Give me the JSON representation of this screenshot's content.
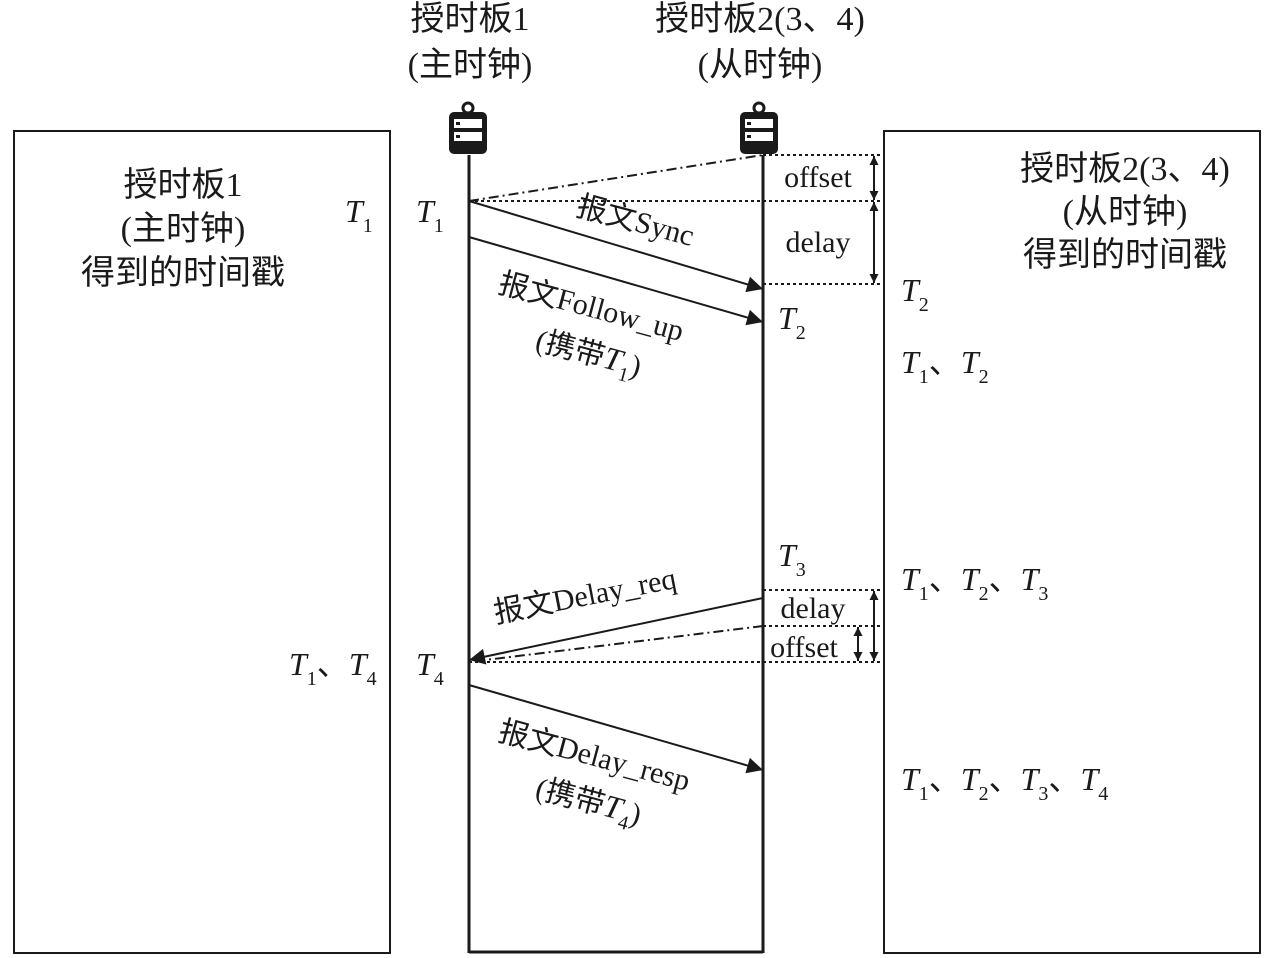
{
  "header": {
    "master_title": "授时板1",
    "master_subtitle": "(主时钟)",
    "slave_title": "授时板2(3、4)",
    "slave_subtitle": "(从时钟)"
  },
  "left_panel": {
    "line1": "授时板1",
    "line2": "(主时钟)",
    "line3": "得到的时间戳"
  },
  "right_panel": {
    "line1": "授时板2(3、4)",
    "line2": "(从时钟)",
    "line3": "得到的时间戳"
  },
  "timestamps": {
    "T": "T",
    "sep": "、",
    "i1": "1",
    "i2": "2",
    "i3": "3",
    "i4": "4"
  },
  "messages": {
    "sync": "报文Sync",
    "follow_up": "报文Follow_up",
    "follow_up_carry": "(携带",
    "follow_up_carry_end": ")",
    "delay_req": "报文Delay_req",
    "delay_resp": "报文Delay_resp",
    "delay_resp_carry": "(携带",
    "delay_resp_carry_end": ")"
  },
  "intervals": {
    "offset": "offset",
    "delay": "delay"
  }
}
